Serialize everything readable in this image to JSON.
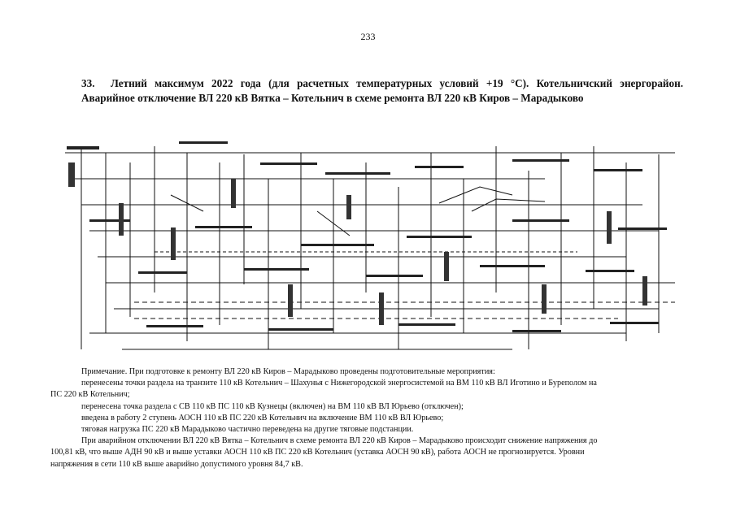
{
  "page_number": "233",
  "heading": {
    "number": "33.",
    "text": "Летний максимум 2022 года (для расчетных температурных условий +19 °С). Котельничский энергорайон. Аварийное отключение ВЛ 220 кВ Вятка – Котельнич в схеме ремонта ВЛ 220 кВ Киров – Марадыково"
  },
  "notes": {
    "line1": "Примечание. При подготовке к ремонту ВЛ 220 кВ Киров – Марадыково проведены подготовительные мероприятия:",
    "line2a": "перенесены точки раздела на транзите 110 кВ Котельнич – Шахунья с Нижегородской энергосистемой на ВМ 110 кВ ВЛ Иготино и Буреполом на",
    "line2b": "ПС 220 кВ Котельнич;",
    "line3": "перенесена точка раздела с СВ 110 кВ ПС 110 кВ Кузнецы (включен) на ВМ 110 кВ ВЛ Юрьево (отключен);",
    "line4": "введена в работу 2 ступень АОСН 110 кВ ПС 220 кВ Котельнич на включение ВМ 110 кВ ВЛ Юрьево;",
    "line5": "тяговая нагрузка ПС 220 кВ Марадыково частично переведена на другие тяговые подстанции.",
    "line6a": "При аварийном отключении ВЛ 220 кВ Вятка – Котельнич в схеме ремонта ВЛ 220 кВ Киров – Марадыково происходит снижение напряжения до",
    "line6b": "100,81 кВ, что выше АДН 90 кВ и выше уставки АОСН 110 кВ ПС 220 кВ Котельнич (уставка АОСН 90 кВ), работа АОСН не прогнозируется. Уровни",
    "line6c": "напряжения в сети 110 кВ выше аварийно допустимого уровня 84,7 кВ."
  }
}
